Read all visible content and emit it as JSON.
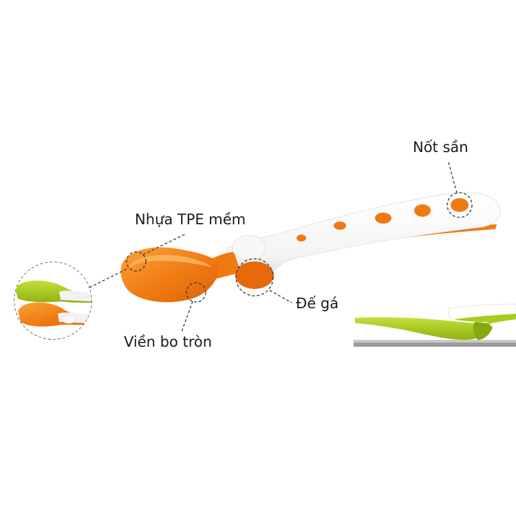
{
  "labels": {
    "bump": "Nốt sần",
    "soft_tpe": "Nhựa TPE mềm",
    "stand_base": "Đế gá",
    "rounded_edge": "Viền bo tròn"
  },
  "colors": {
    "orange": "#f07a12",
    "orange_dark": "#d9630a",
    "white_handle": "#ffffff",
    "lime_green": "#a7cc1e",
    "lime_dark": "#86a812",
    "dashed_line": "#333333",
    "base_gray": "#9a9a9a"
  },
  "icons": {
    "main": "orange-baby-spoon",
    "inset_left": "two-spoons-closeup",
    "inset_right": "green-spoon-side-view"
  }
}
